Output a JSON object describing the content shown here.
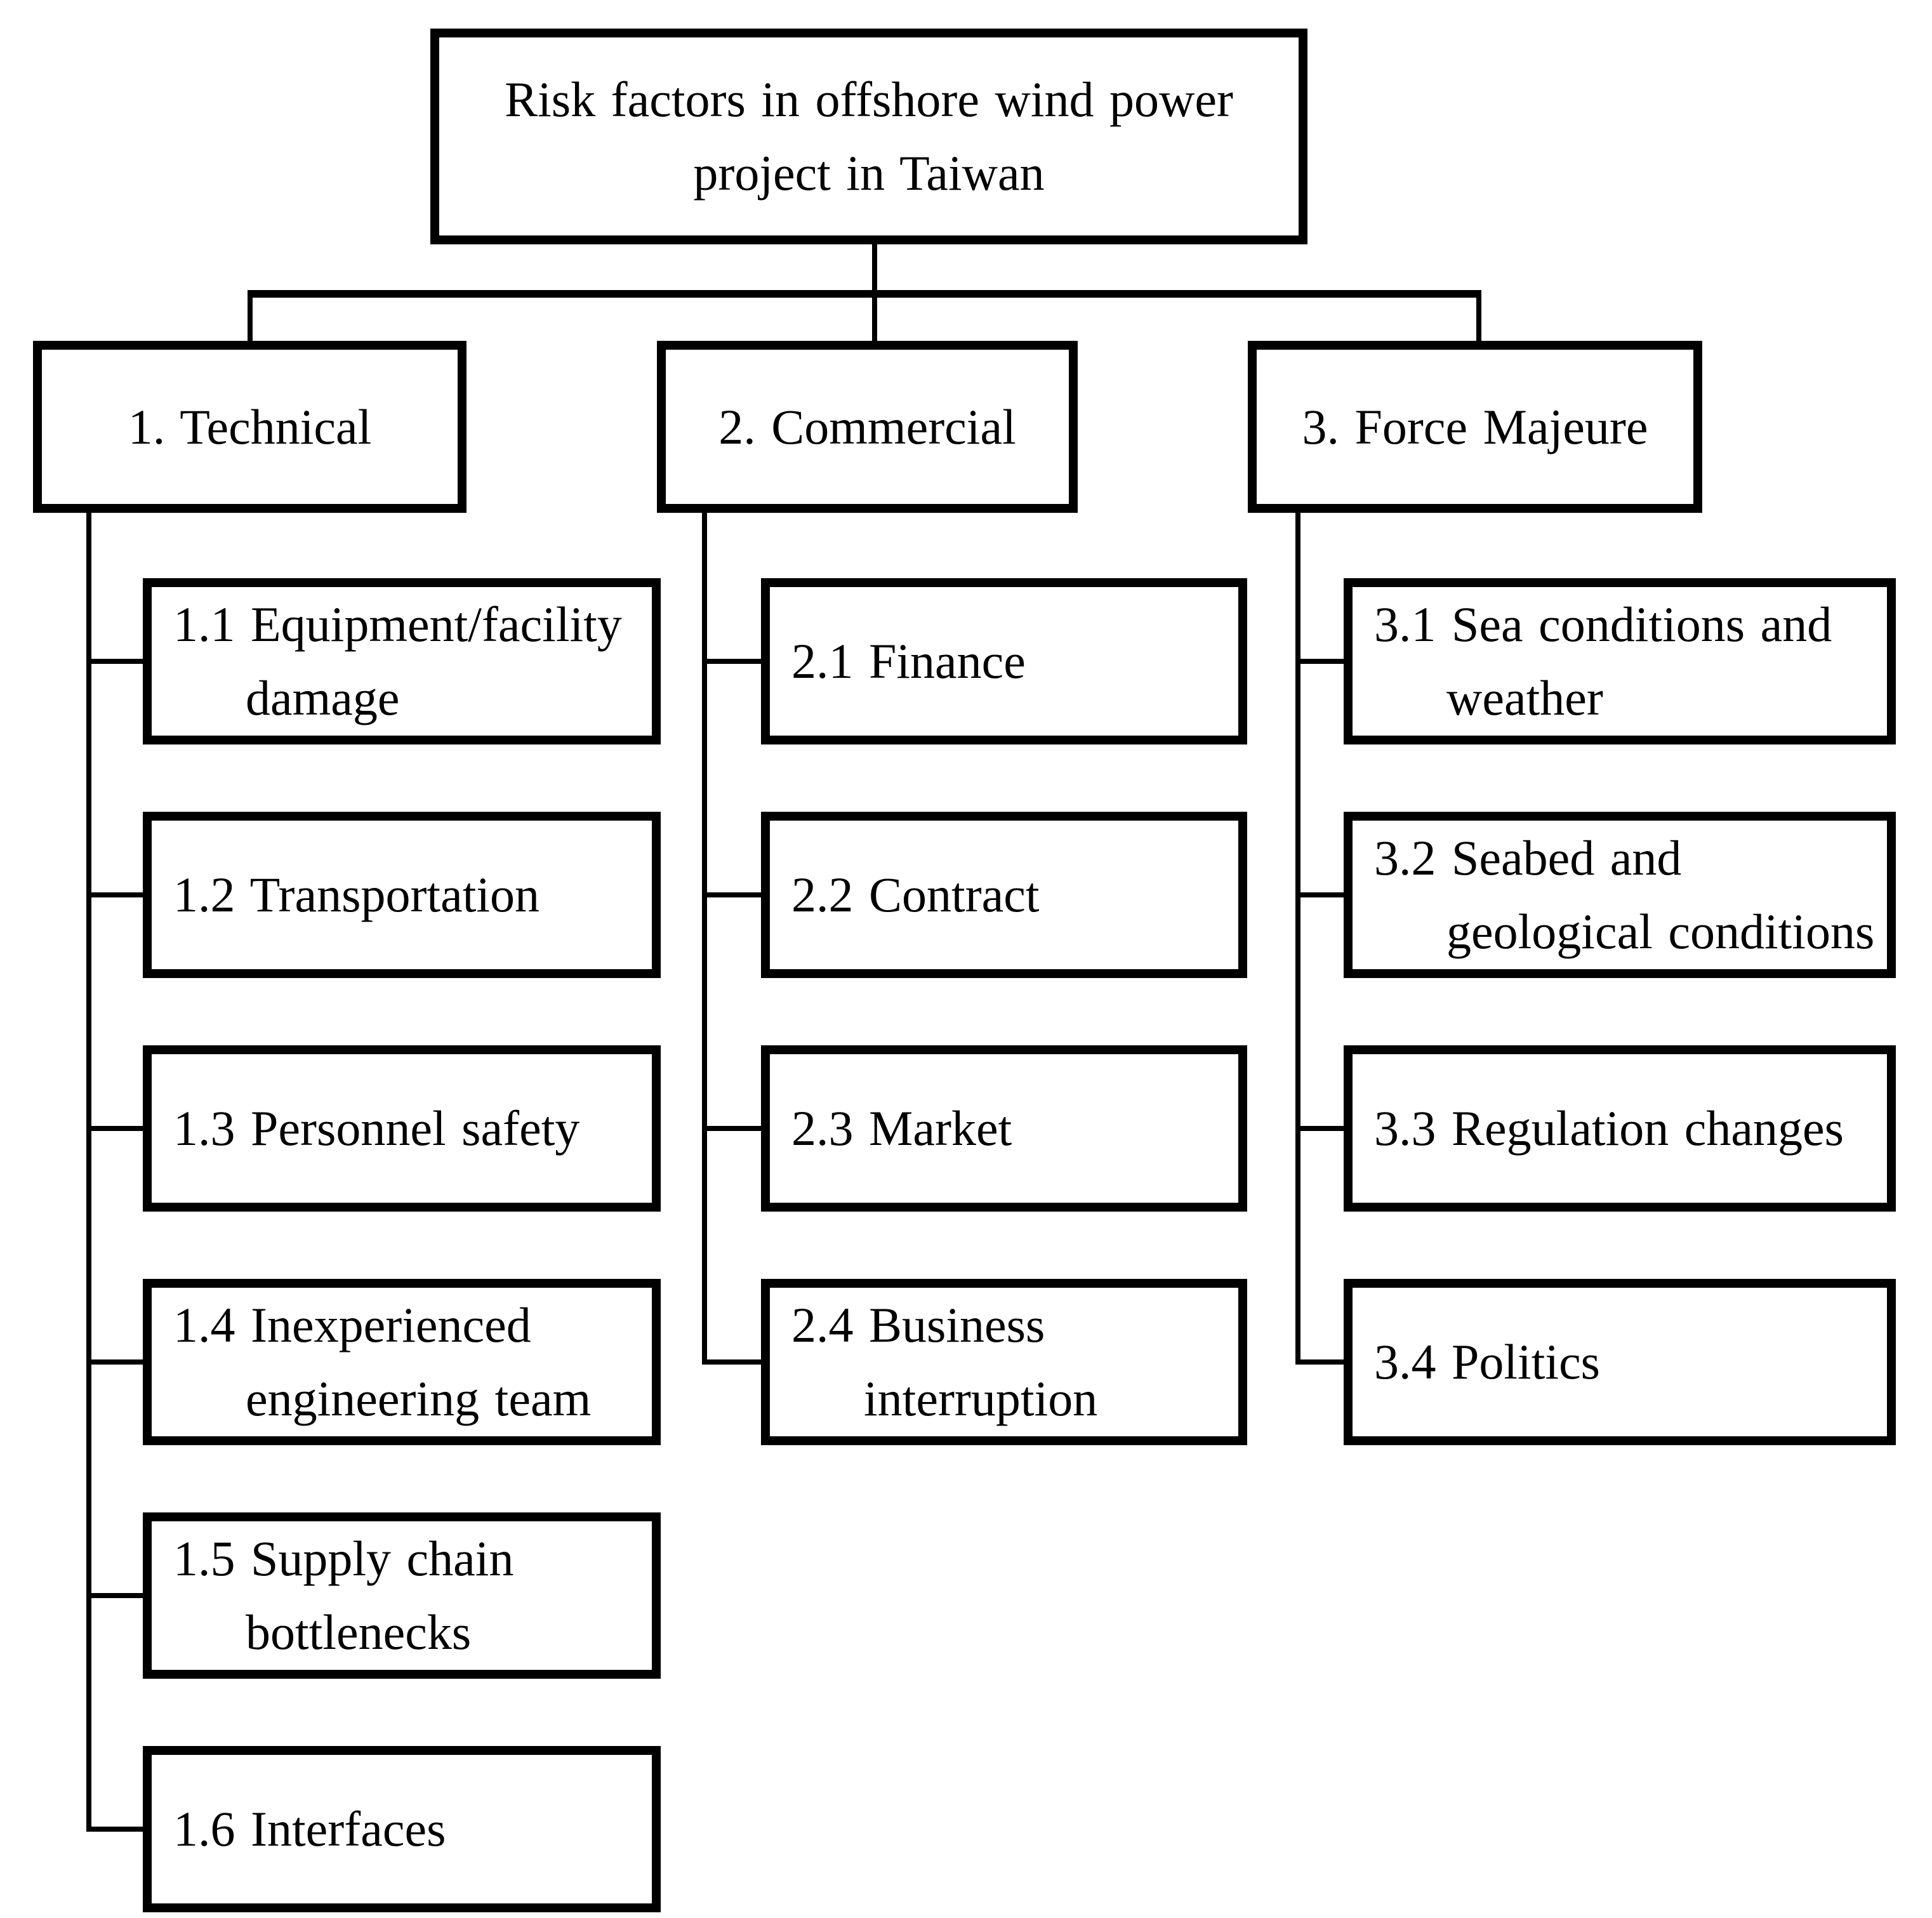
{
  "diagram": {
    "title": "Risk factors in offshore wind power project in Taiwan",
    "root": {
      "lines": [
        "Risk factors in offshore wind power",
        "project in Taiwan"
      ]
    },
    "categories": [
      {
        "label": "1. Technical",
        "children": [
          {
            "lines": [
              "1.1 Equipment/facility",
              "damage"
            ]
          },
          {
            "lines": [
              "1.2 Transportation"
            ]
          },
          {
            "lines": [
              "1.3 Personnel safety"
            ]
          },
          {
            "lines": [
              "1.4 Inexperienced",
              "engineering team"
            ]
          },
          {
            "lines": [
              "1.5 Supply chain",
              "bottlenecks"
            ]
          },
          {
            "lines": [
              "1.6 Interfaces"
            ]
          }
        ]
      },
      {
        "label": "2. Commercial",
        "children": [
          {
            "lines": [
              "2.1 Finance"
            ]
          },
          {
            "lines": [
              "2.2 Contract"
            ]
          },
          {
            "lines": [
              "2.3 Market"
            ]
          },
          {
            "lines": [
              "2.4 Business",
              "interruption"
            ]
          }
        ]
      },
      {
        "label": "3. Force Majeure",
        "children": [
          {
            "lines": [
              "3.1 Sea conditions and",
              "weather"
            ]
          },
          {
            "lines": [
              "3.2 Seabed and",
              "geological conditions"
            ]
          },
          {
            "lines": [
              "3.3 Regulation changes"
            ]
          },
          {
            "lines": [
              "3.4 Politics"
            ]
          }
        ]
      }
    ],
    "colors": {
      "background": "#ffffff",
      "line": "#000000",
      "box_border": "#000000",
      "text": "#000000"
    }
  }
}
